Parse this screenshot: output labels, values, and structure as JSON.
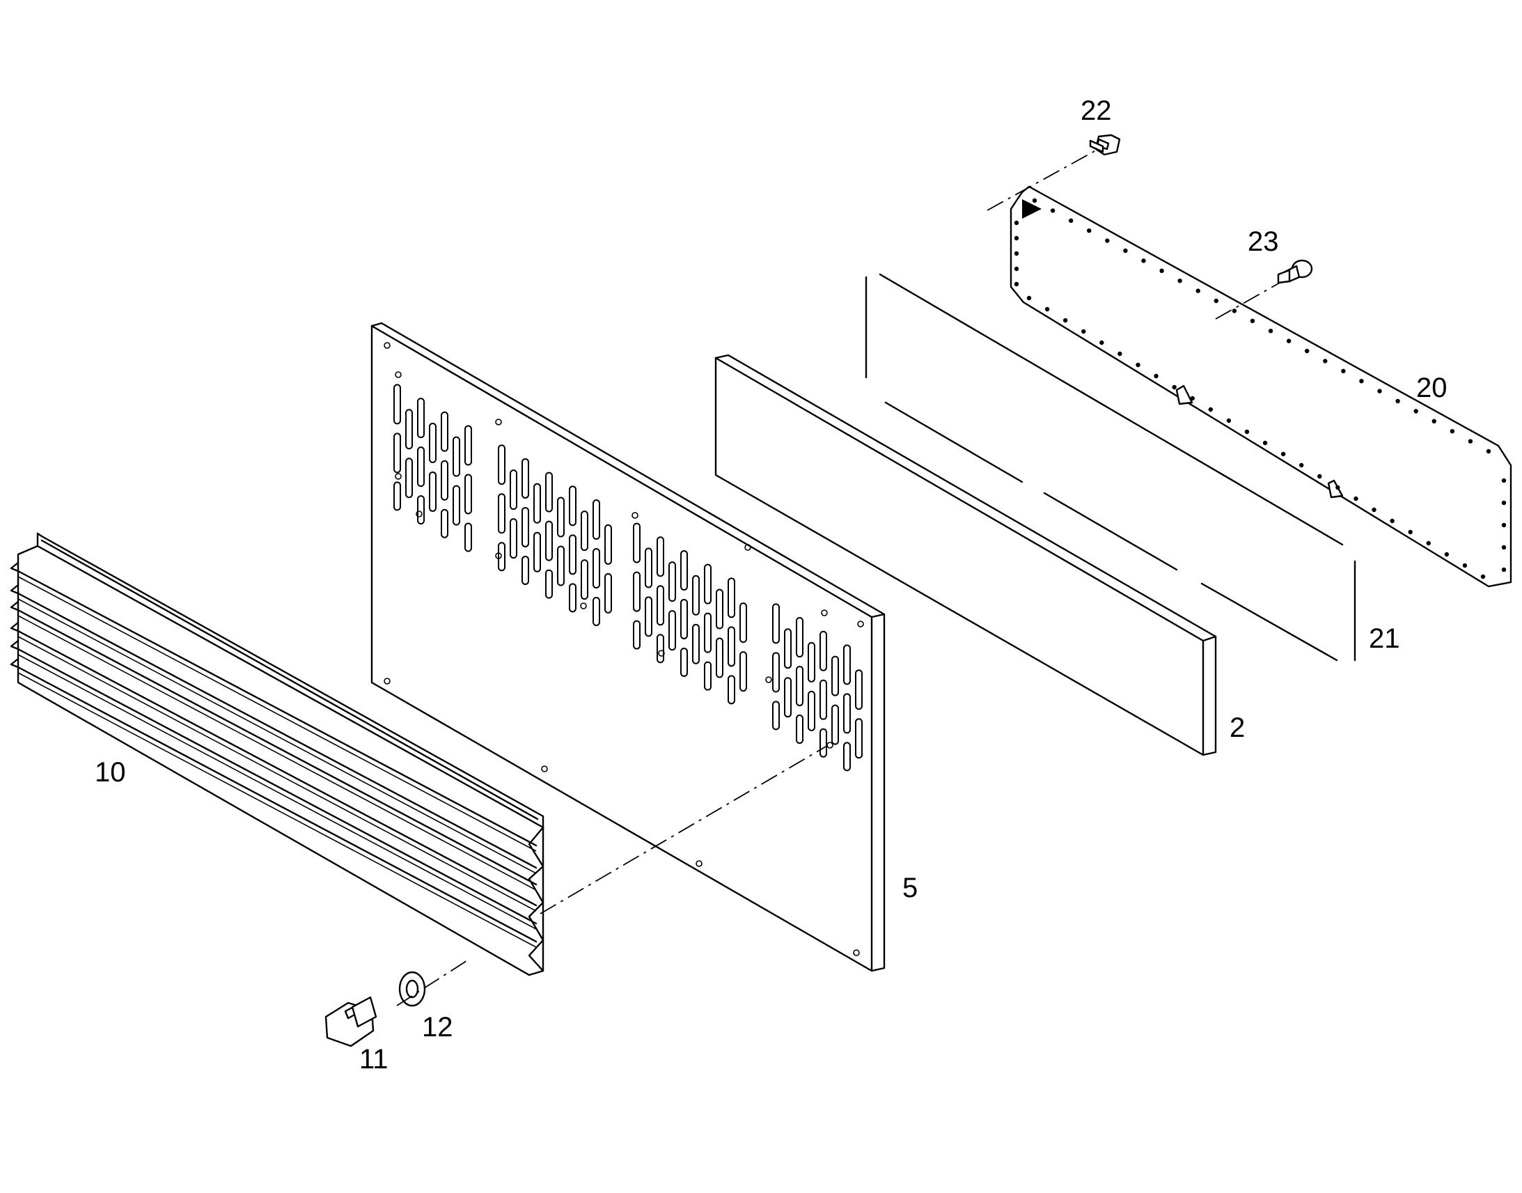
{
  "diagram": {
    "callouts": [
      {
        "id": "c2",
        "text": "2"
      },
      {
        "id": "c5",
        "text": "5"
      },
      {
        "id": "c10",
        "text": "10"
      },
      {
        "id": "c11",
        "text": "11"
      },
      {
        "id": "c12",
        "text": "12"
      },
      {
        "id": "c20",
        "text": "20"
      },
      {
        "id": "c21",
        "text": "21"
      },
      {
        "id": "c22",
        "text": "22"
      },
      {
        "id": "c23",
        "text": "23"
      }
    ],
    "colors": {
      "line": "#000000",
      "background": "#ffffff"
    }
  }
}
